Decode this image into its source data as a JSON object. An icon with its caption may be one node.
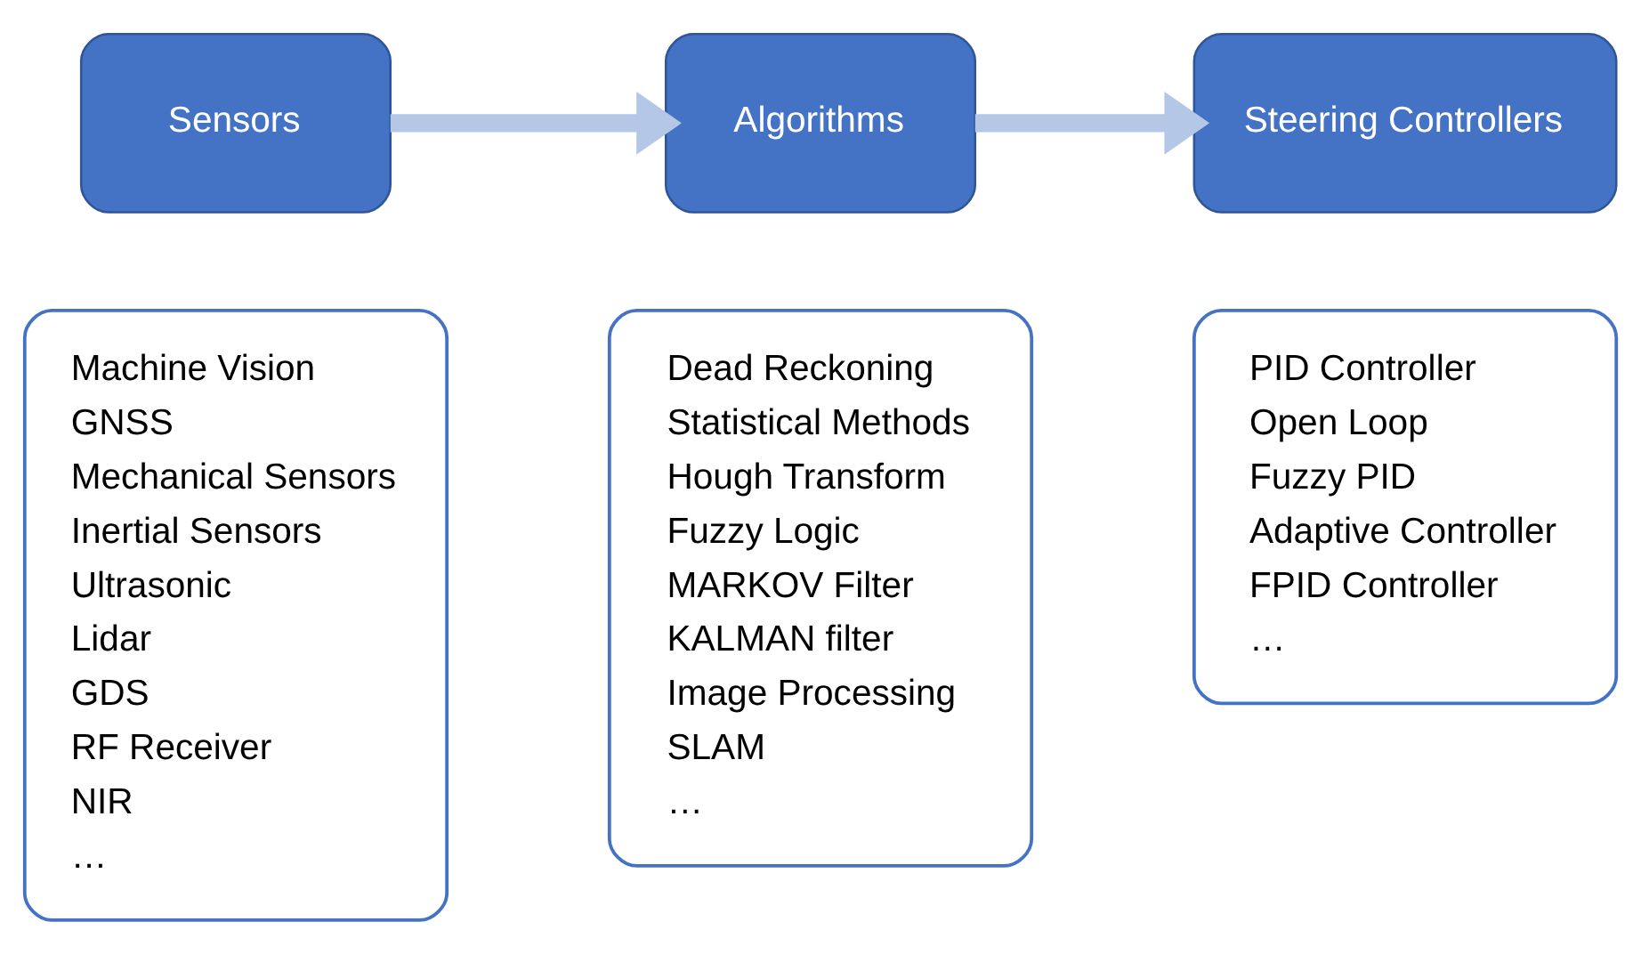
{
  "diagram": {
    "nodes": [
      {
        "text": [
          "Sensors"
        ]
      },
      {
        "text": [
          "Algorithms"
        ]
      },
      {
        "text": [
          "Steering Controllers"
        ]
      },
      {
        "text": [
          "Machine Vision",
          "GNSS",
          "Mechanical Sensors",
          "Inertial Sensors",
          "Ultrasonic",
          "Lidar",
          "GDS",
          "RF Receiver",
          "NIR",
          "…"
        ]
      },
      {
        "text": [
          "Dead Reckoning",
          "Statistical Methods",
          "Hough Transform",
          "Fuzzy Logic",
          "MARKOV Filter",
          "KALMAN filter",
          "Image Processing",
          "SLAM",
          "…"
        ]
      },
      {
        "text": [
          "PID Controller",
          "Open Loop",
          "Fuzzy PID",
          "Adaptive Controller",
          "FPID Controller",
          "…"
        ]
      }
    ],
    "edges": [
      {
        "from": 0,
        "to": 1,
        "arrow": "to"
      },
      {
        "from": 1,
        "to": 2,
        "arrow": "to"
      }
    ]
  }
}
